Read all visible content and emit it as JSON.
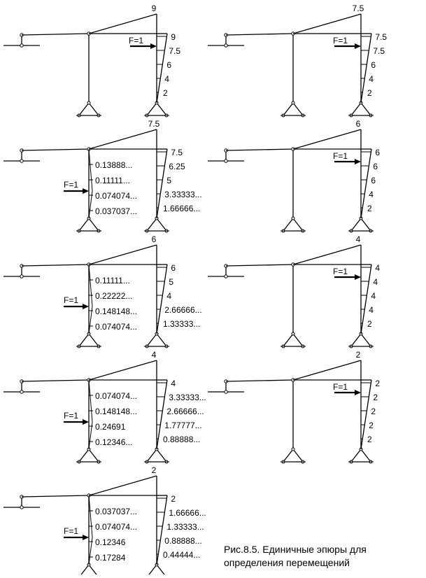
{
  "panels": [
    {
      "load": "F=1",
      "load_at": "right",
      "top_value": "9",
      "left_labels": [],
      "right_labels": [
        "9",
        "7.5",
        "6",
        "4",
        "2"
      ]
    },
    {
      "load": "F=1",
      "load_at": "right",
      "top_value": "7.5",
      "left_labels": [],
      "right_labels": [
        "7.5",
        "7.5",
        "6",
        "4",
        "2"
      ]
    },
    {
      "load": "F=1",
      "load_at": "left",
      "top_value": "7.5",
      "left_labels": [
        "0.13888...",
        "0.11111...",
        "0.074074...",
        "0.037037..."
      ],
      "right_labels": [
        "7.5",
        "6.25",
        "5",
        "3.33333...",
        "1.66666..."
      ]
    },
    {
      "load": "F=1",
      "load_at": "right",
      "top_value": "6",
      "left_labels": [],
      "right_labels": [
        "6",
        "6",
        "6",
        "4",
        "2"
      ]
    },
    {
      "load": "F=1",
      "load_at": "left",
      "top_value": "6",
      "left_labels": [
        "0.11111...",
        "0.22222...",
        "0.148148...",
        "0.074074..."
      ],
      "right_labels": [
        "6",
        "5",
        "4",
        "2.66666...",
        "1.33333..."
      ]
    },
    {
      "load": "F=1",
      "load_at": "right",
      "top_value": "4",
      "left_labels": [],
      "right_labels": [
        "4",
        "4",
        "4",
        "4",
        "2"
      ]
    },
    {
      "load": "F=1",
      "load_at": "left",
      "top_value": "4",
      "left_labels": [
        "0.074074...",
        "0.148148...",
        "0.24691",
        "0.12346..."
      ],
      "right_labels": [
        "4",
        "3.33333...",
        "2.66666...",
        "1.77777...",
        "0.88888..."
      ]
    },
    {
      "load": "F=1",
      "load_at": "right",
      "top_value": "2",
      "left_labels": [],
      "right_labels": [
        "2",
        "2",
        "2",
        "2",
        "2"
      ]
    },
    {
      "load": "F=1",
      "load_at": "left",
      "top_value": "2",
      "left_labels": [
        "0.037037...",
        "0.074074...",
        "0.12346",
        "0.17284"
      ],
      "right_labels": [
        "2",
        "1.66666...",
        "1.33333...",
        "0.88888...",
        "0.44444..."
      ]
    }
  ],
  "caption": {
    "line1": "Рис.8.5. Единичные эпюры   для",
    "line2": "определения перемещений"
  }
}
